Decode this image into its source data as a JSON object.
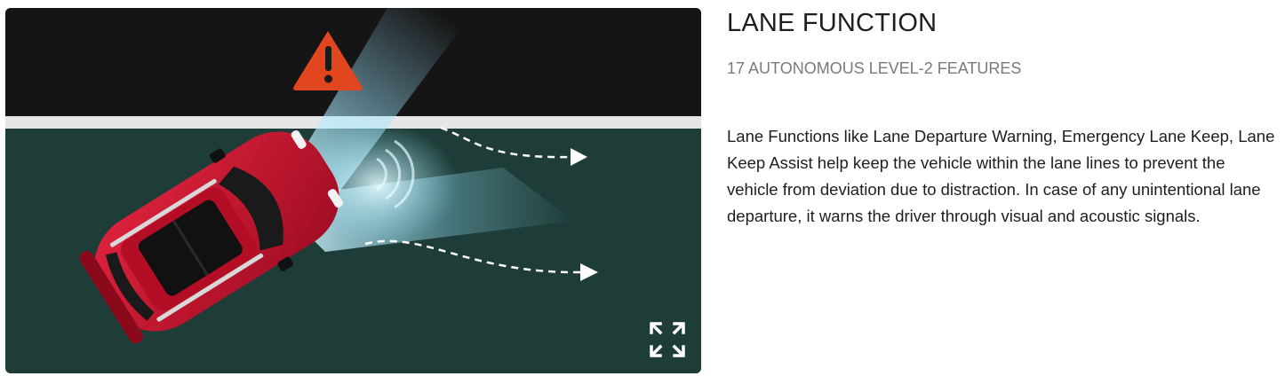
{
  "feature": {
    "title": "LANE FUNCTION",
    "subtitle": "17 AUTONOMOUS LEVEL-2 FEATURES",
    "description": "Lane Functions like Lane Departure Warning, Emergency Lane Keep, Lane Keep Assist help keep the vehicle within the lane lines to prevent the vehicle from deviation due to distraction. In case of any unintentional lane departure, it warns the driver through visual and acoustic signals."
  },
  "media": {
    "icons": [
      "warning-triangle-icon",
      "expand-icon"
    ],
    "colors": {
      "road_dark": "#151515",
      "road_green": "#1f3d38",
      "lane_line": "#e8e8e8",
      "car_red": "#c8102e",
      "warning_orange": "#e2461f",
      "beam": "#bfefff"
    }
  }
}
